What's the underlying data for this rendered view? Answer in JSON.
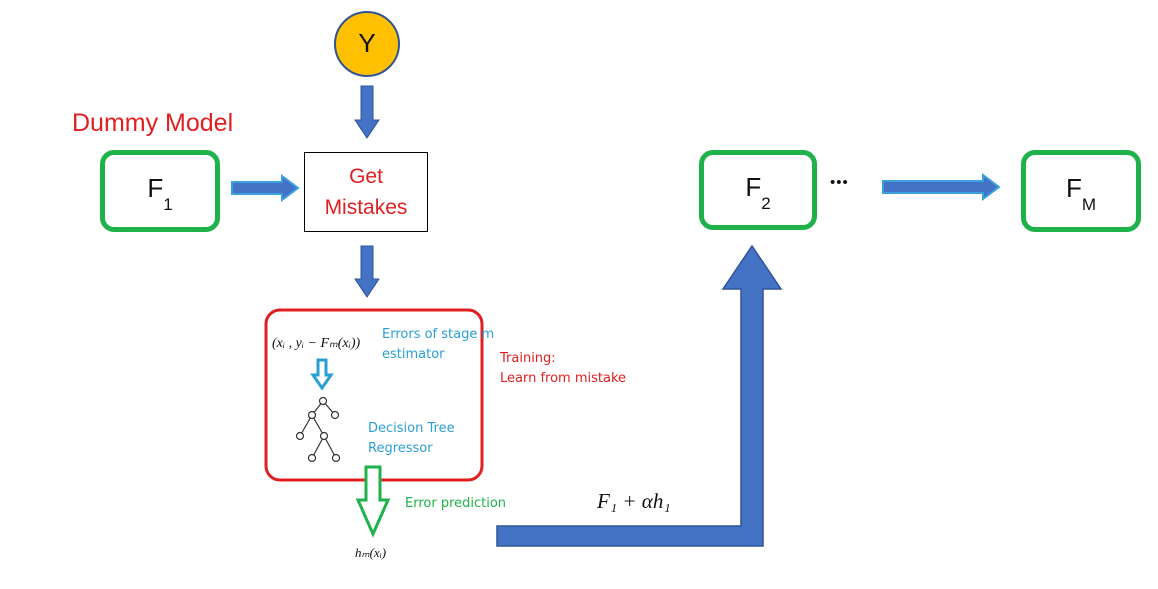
{
  "y_node": "Y",
  "dummy_label": "Dummy Model",
  "models": {
    "f1": {
      "base": "F",
      "sub": "1"
    },
    "f2": {
      "base": "F",
      "sub": "2"
    },
    "fm": {
      "base": "F",
      "sub": "M"
    }
  },
  "get_mistakes": {
    "line1": "Get",
    "line2": "Mistakes"
  },
  "ellipsis": "•••",
  "training_box": {
    "residual_formula": "(xᵢ , yᵢ − Fₘ(xᵢ))",
    "errors_line1": "Errors of stage m",
    "errors_line2": "estimator",
    "tree_line1": "Decision Tree",
    "tree_line2": "Regressor"
  },
  "training_note": {
    "line1": "Training:",
    "line2": "Learn from mistake"
  },
  "error_prediction": "Error prediction",
  "prediction_formula": "hₘ(xᵢ)",
  "update_formula": "F₁ + αh₁",
  "colors": {
    "green": "#1fb24a",
    "red": "#e02020",
    "blue_arrow": "#4472c4",
    "cyan_arrow": "#3aa0e0",
    "cyan_text": "#2a9fd6",
    "yellow": "#ffc000"
  }
}
